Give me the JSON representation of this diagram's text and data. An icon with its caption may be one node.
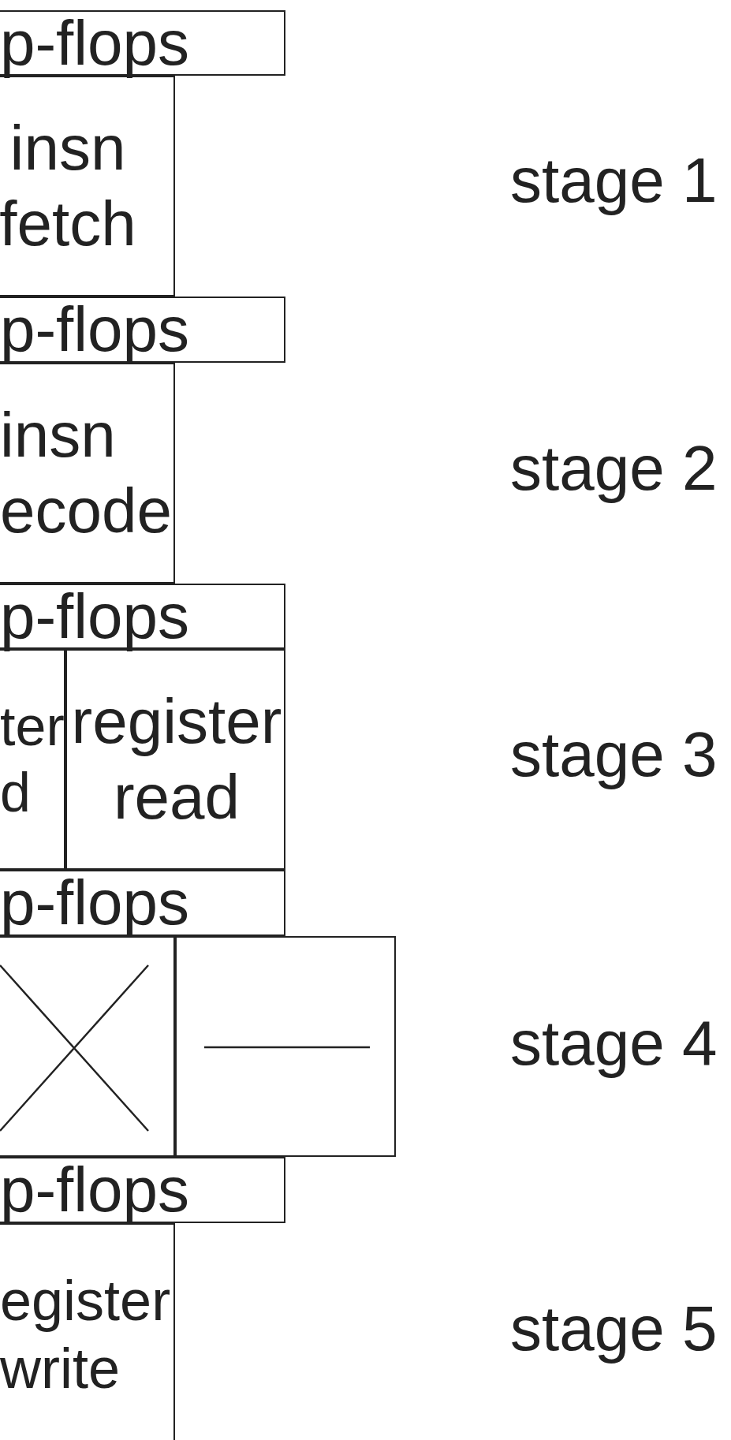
{
  "diagram": {
    "nodes": [
      {
        "text": [
          "p-flops"
        ]
      },
      {
        "text": [
          "insn fetch"
        ]
      },
      {
        "text": [
          "p-flops"
        ]
      },
      {
        "text": [
          "insn ecode"
        ]
      },
      {
        "text": [
          "p-flops"
        ]
      },
      {
        "text": [
          "ter d"
        ]
      },
      {
        "text": [
          "register read"
        ]
      },
      {
        "text": [
          "p-flops"
        ]
      },
      {
        "text": [],
        "shape": "box"
      },
      {
        "text": [],
        "shape": "box"
      },
      {
        "text": [
          "p-flops"
        ]
      },
      {
        "text": [
          "egister write"
        ]
      }
    ],
    "labels": [
      "stage 1",
      "stage 2",
      "stage 3",
      "stage 4",
      "stage 5"
    ]
  }
}
